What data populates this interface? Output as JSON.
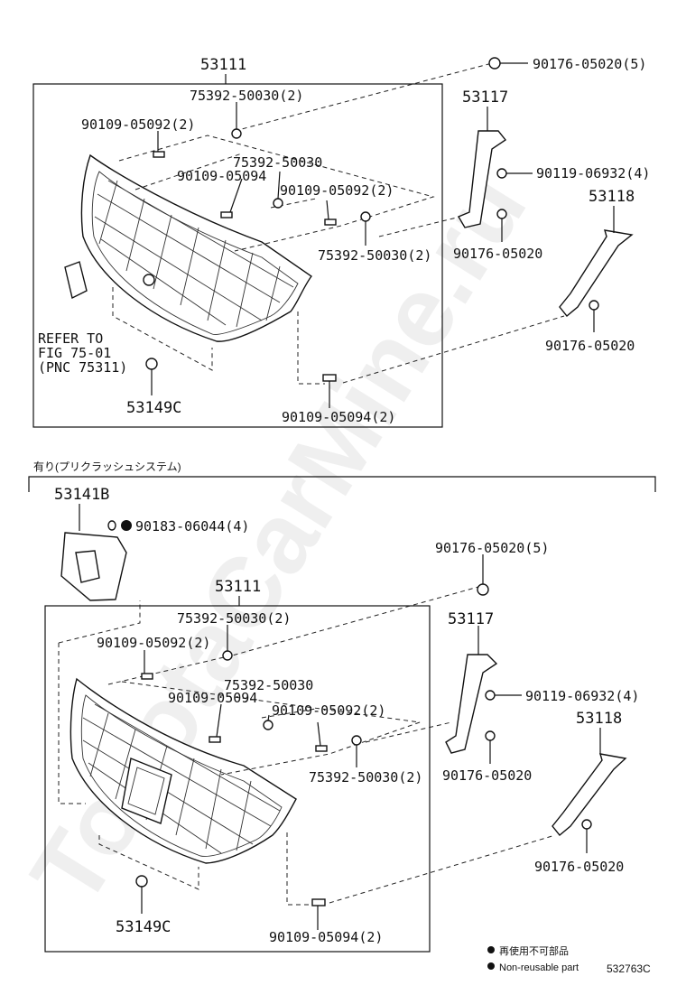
{
  "watermark": "ToyotaCarMine.ru",
  "top_section": {
    "grille_pnc": "53111",
    "labels": {
      "clip_a": "75392-50030(2)",
      "screw_a": "90109-05092(2)",
      "clip_b": "75392-50030",
      "screw_b": "90109-05094",
      "screw_c": "90109-05092(2)",
      "clip_c": "75392-50030(2)",
      "refer1": "REFER TO",
      "refer2": "FIG 75-01",
      "refer3": "(PNC 75311)",
      "emblem_clip": "53149C",
      "screw_bottom": "90109-05094(2)",
      "nut_top": "90176-05020(5)",
      "bracket_l": "53117",
      "bolt": "90119-06932(4)",
      "bracket_r": "53118",
      "nut_mid": "90176-05020",
      "nut_low": "90176-05020"
    }
  },
  "section_note": "有り(プリクラッシュシステム)",
  "bottom_section": {
    "cover_pnc": "53141B",
    "cover_screw": "90183-06044(4)",
    "grille_pnc": "53111",
    "labels": {
      "nut_top": "90176-05020(5)",
      "clip_a": "75392-50030(2)",
      "screw_a": "90109-05092(2)",
      "clip_b": "75392-50030",
      "screw_b": "90109-05094",
      "screw_c": "90109-05092(2)",
      "clip_c": "75392-50030(2)",
      "emblem_clip": "53149C",
      "screw_bottom": "90109-05094(2)",
      "bracket_l": "53117",
      "bolt": "90119-06932(4)",
      "nut_mid": "90176-05020",
      "bracket_r": "53118",
      "nut_low": "90176-05020"
    }
  },
  "legend": {
    "jp": "再使用不可部品",
    "en": "Non-reusable part"
  },
  "figure_code": "532763C"
}
